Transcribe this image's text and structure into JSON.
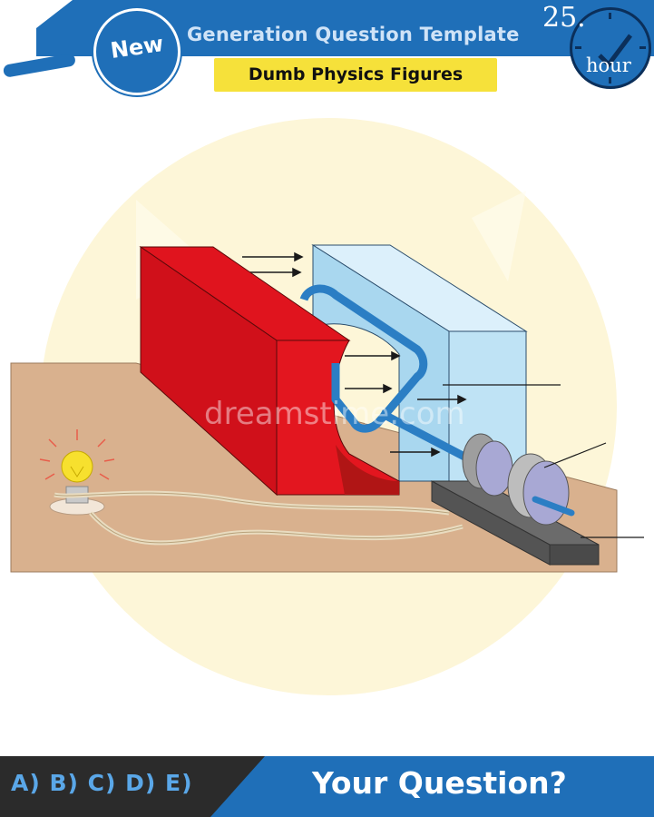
{
  "header": {
    "title": "Generation Question Template",
    "badge_label": "New",
    "subtitle": "Dumb Physics Figures",
    "clock_number": "25.",
    "clock_unit": "hour"
  },
  "diagram": {
    "watermark": "dreamstime.com"
  },
  "footer": {
    "options": "A) B) C) D) E)",
    "question": "Your Question?"
  },
  "colors": {
    "brand_blue": "#1f6fb8",
    "subtitle_yellow": "#f6e13a",
    "magnet_red": "#e0141e",
    "magnet_blue": "#bfe3f5"
  }
}
